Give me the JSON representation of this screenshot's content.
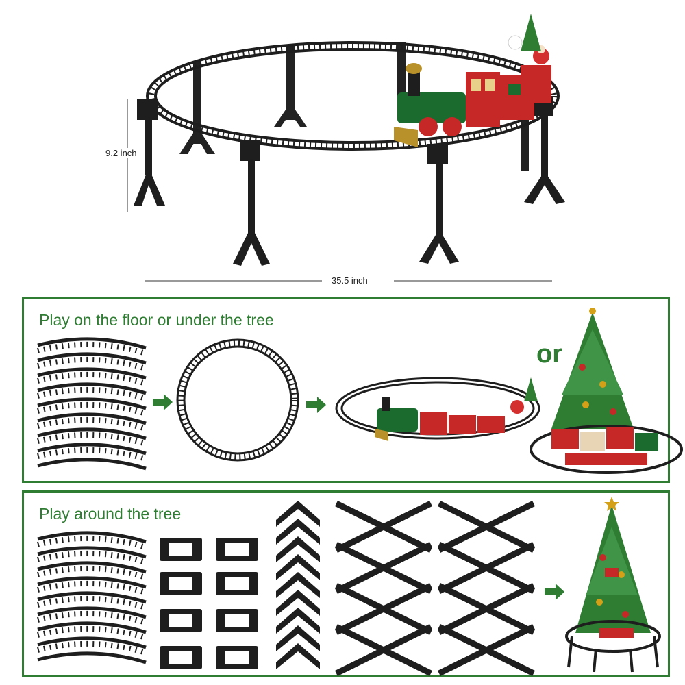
{
  "dimensions": {
    "height_label": "9.2 inch",
    "width_label": "35.5 inch"
  },
  "panel_floor": {
    "title": "Play on the floor or under the tree",
    "or_label": "or"
  },
  "panel_tree": {
    "title": "Play around the tree"
  },
  "colors": {
    "accent_green": "#2e7d32",
    "track_black": "#1e1e1e",
    "train_red": "#c62828",
    "train_green": "#1b6b2e",
    "tree_green": "#2e7d32"
  }
}
